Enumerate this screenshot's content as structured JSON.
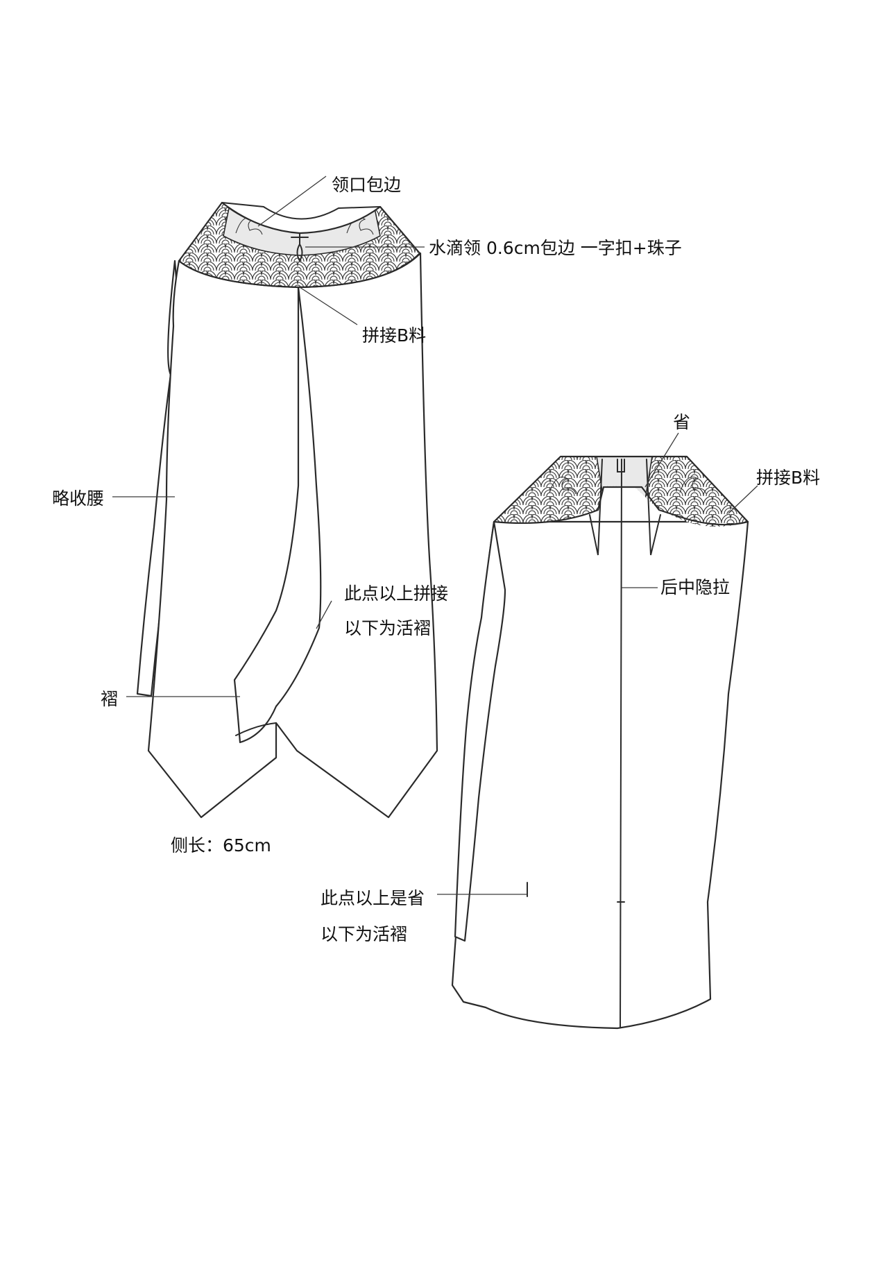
{
  "annotations": {
    "neckline_binding": "领口包边",
    "keyhole_collar": "水滴领 0.6cm包边 一字扣+珠子",
    "front_panel_b": "拼接B料",
    "waist": "略收腰",
    "seam_pleat_line1": "此点以上拼接",
    "seam_pleat_line2": "以下为活褶",
    "pleat": "褶",
    "side_length": "侧长：65cm",
    "dart": "省",
    "back_panel_b": "拼接B料",
    "back_zip": "后中隐拉",
    "dart_pleat_line1": "此点以上是省",
    "dart_pleat_line2": "以下为活褶"
  },
  "colors": {
    "line": "#2a2a2a",
    "lace_fill": "#e9e9e9",
    "background": "#ffffff"
  },
  "icons": {
    "yoke_pattern": "seigaiha-wave-icon",
    "front_fastener": "toggle-button-icon"
  }
}
